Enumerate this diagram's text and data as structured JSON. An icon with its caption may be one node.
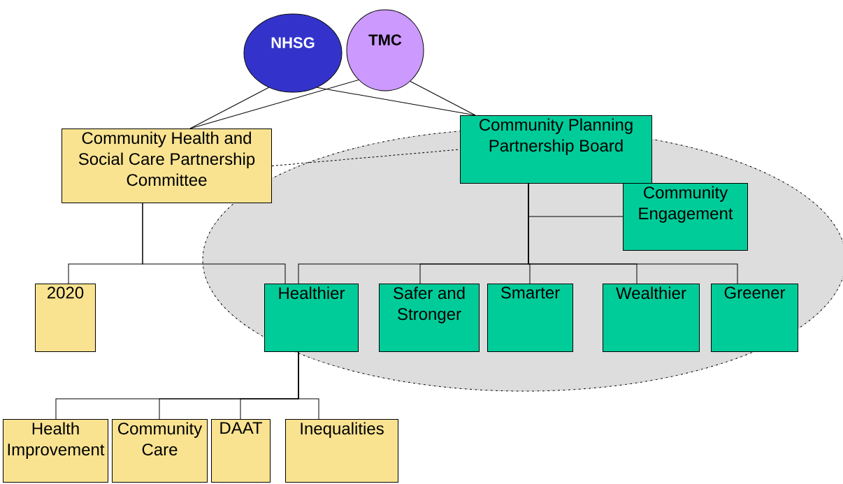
{
  "diagram": {
    "nodes": [
      {
        "text": [
          "NHSG"
        ]
      },
      {
        "text": [
          "TMC"
        ]
      },
      {
        "text": [
          "Community Health and Social Care Partnership Committee"
        ]
      },
      {
        "text": [
          "Community Planning Partnership Board"
        ]
      },
      {
        "text": [
          "Community Engagement"
        ]
      },
      {
        "text": [
          "2020"
        ]
      },
      {
        "text": [
          "Healthier"
        ]
      },
      {
        "text": [
          "Safer and Stronger"
        ]
      },
      {
        "text": [
          "Smarter"
        ]
      },
      {
        "text": [
          "Wealthier"
        ]
      },
      {
        "text": [
          "Greener"
        ]
      },
      {
        "text": [
          "Health Improvement"
        ]
      },
      {
        "text": [
          "Community Care"
        ]
      },
      {
        "text": [
          "DAAT"
        ]
      },
      {
        "text": [
          "Inequalities"
        ]
      }
    ],
    "edges": [
      {
        "from": 0,
        "to": 2,
        "arrow": "none"
      },
      {
        "from": 1,
        "to": 2,
        "arrow": "none"
      },
      {
        "from": 0,
        "to": 3,
        "arrow": "none"
      },
      {
        "from": 1,
        "to": 3,
        "arrow": "none"
      },
      {
        "from": 2,
        "to": 3,
        "arrow": "none",
        "style": "dashed"
      },
      {
        "from": 3,
        "to": 4,
        "arrow": "none"
      },
      {
        "from": 2,
        "to": 5,
        "arrow": "none"
      },
      {
        "from": 2,
        "to": 6,
        "arrow": "none"
      },
      {
        "from": 3,
        "to": 6,
        "arrow": "none"
      },
      {
        "from": 3,
        "to": 7,
        "arrow": "none"
      },
      {
        "from": 3,
        "to": 8,
        "arrow": "none"
      },
      {
        "from": 3,
        "to": 9,
        "arrow": "none"
      },
      {
        "from": 3,
        "to": 10,
        "arrow": "none"
      },
      {
        "from": 6,
        "to": 11,
        "arrow": "none"
      },
      {
        "from": 6,
        "to": 12,
        "arrow": "none"
      },
      {
        "from": 6,
        "to": 13,
        "arrow": "none"
      },
      {
        "from": 6,
        "to": 14,
        "arrow": "none"
      }
    ]
  }
}
